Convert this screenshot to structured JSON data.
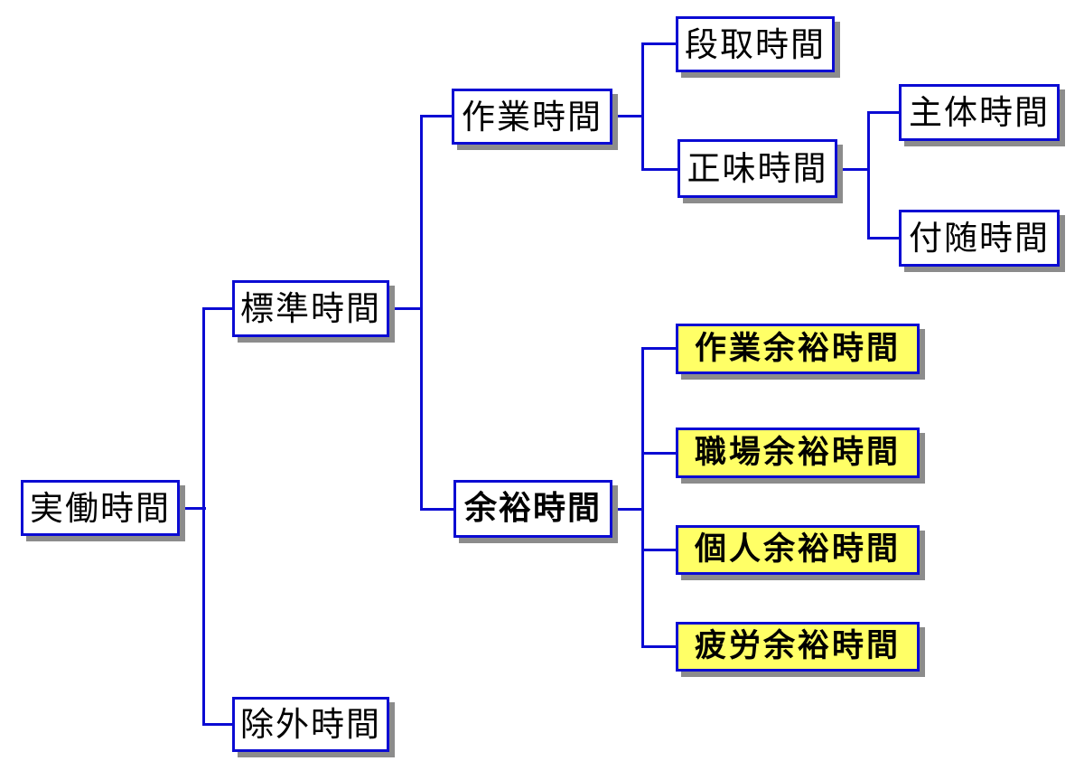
{
  "diagram": {
    "type": "tree",
    "orientation": "left-to-right",
    "colors": {
      "line": "#0b0bd3",
      "box_border": "#0b0bd3",
      "box_background": "#ffffff",
      "highlight_background": "#ffff66",
      "shadow": "#8c8c8c",
      "text": "#000000"
    },
    "nodes": {
      "jitsudo": {
        "label": "実働時間",
        "highlighted": false,
        "bold": false
      },
      "hyojun": {
        "label": "標準時間",
        "highlighted": false,
        "bold": false
      },
      "jogai": {
        "label": "除外時間",
        "highlighted": false,
        "bold": false
      },
      "sagyo": {
        "label": "作業時間",
        "highlighted": false,
        "bold": false
      },
      "yoyu": {
        "label": "余裕時間",
        "highlighted": false,
        "bold": true
      },
      "dandori": {
        "label": "段取時間",
        "highlighted": false,
        "bold": false
      },
      "shomi": {
        "label": "正味時間",
        "highlighted": false,
        "bold": false
      },
      "shutai": {
        "label": "主体時間",
        "highlighted": false,
        "bold": false
      },
      "fuzui": {
        "label": "付随時間",
        "highlighted": false,
        "bold": false
      },
      "sagyo_yoyu": {
        "label": "作業余裕時間",
        "highlighted": true,
        "bold": true
      },
      "shokuba_yoyu": {
        "label": "職場余裕時間",
        "highlighted": true,
        "bold": true
      },
      "kojin_yoyu": {
        "label": "個人余裕時間",
        "highlighted": true,
        "bold": true
      },
      "hiro_yoyu": {
        "label": "疲労余裕時間",
        "highlighted": true,
        "bold": true
      }
    },
    "edges": [
      [
        "実働時間",
        "標準時間"
      ],
      [
        "実働時間",
        "除外時間"
      ],
      [
        "標準時間",
        "作業時間"
      ],
      [
        "標準時間",
        "余裕時間"
      ],
      [
        "作業時間",
        "段取時間"
      ],
      [
        "作業時間",
        "正味時間"
      ],
      [
        "正味時間",
        "主体時間"
      ],
      [
        "正味時間",
        "付随時間"
      ],
      [
        "余裕時間",
        "作業余裕時間"
      ],
      [
        "余裕時間",
        "職場余裕時間"
      ],
      [
        "余裕時間",
        "個人余裕時間"
      ],
      [
        "余裕時間",
        "疲労余裕時間"
      ]
    ]
  }
}
